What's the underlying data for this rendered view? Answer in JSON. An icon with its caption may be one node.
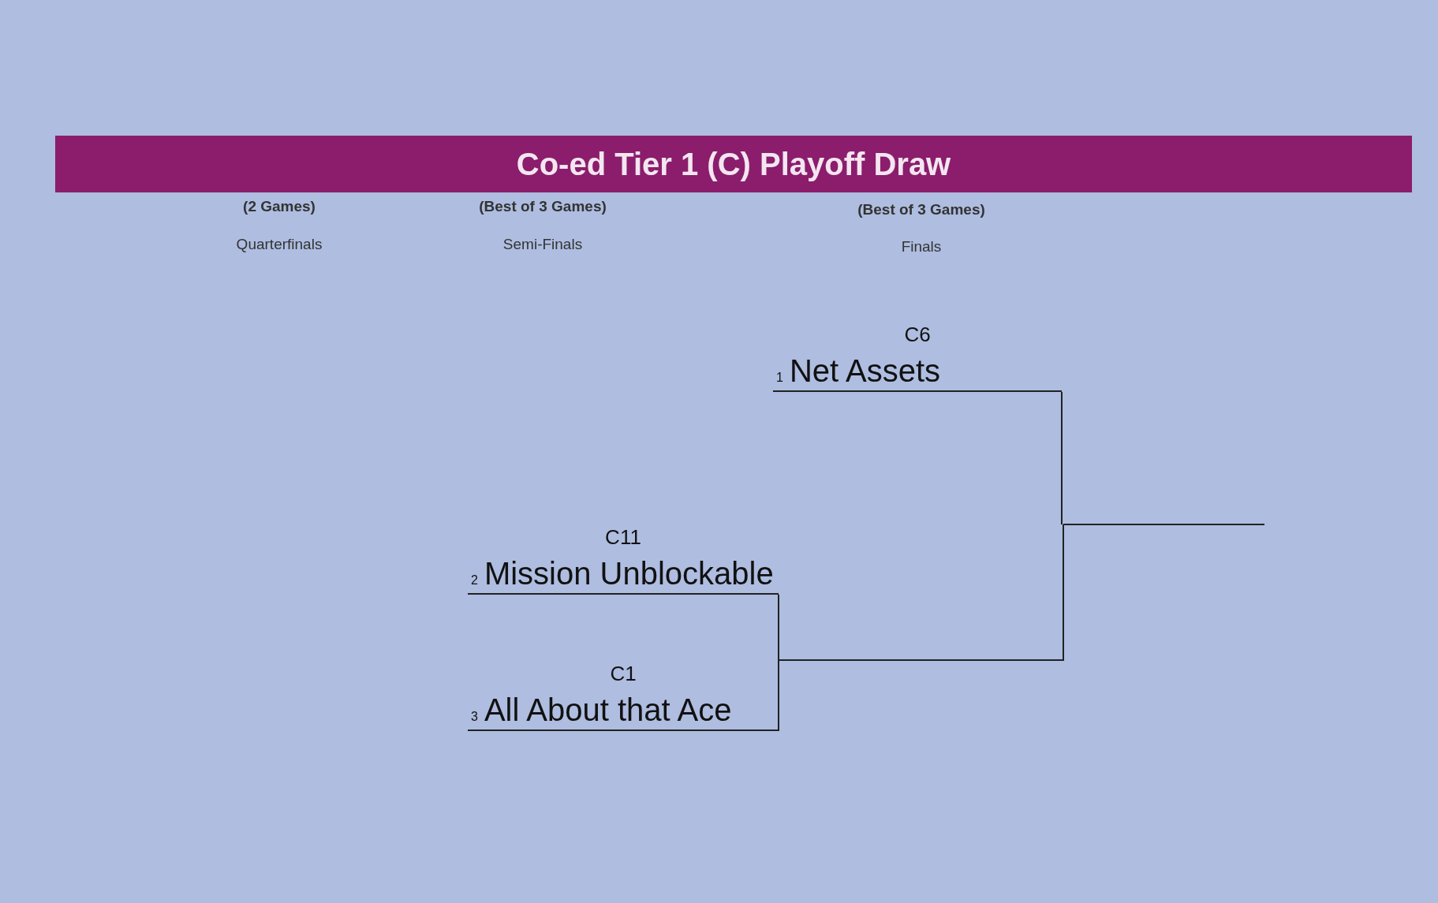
{
  "diagram": {
    "title": "Co-ed Tier 1 (C) Playoff Draw",
    "nodes": [
      {
        "text": [
          "C6",
          "1",
          "Net Assets"
        ]
      },
      {
        "text": [
          "C11",
          "2",
          "Mission Unblockable"
        ]
      },
      {
        "text": [
          "C1",
          "3",
          "All About that Ace"
        ]
      },
      {
        "text": [],
        "shape": "bar"
      },
      {
        "text": [],
        "shape": "bar"
      }
    ],
    "edges": [
      {
        "from": 1,
        "to": 3,
        "arrow": "none"
      },
      {
        "from": 2,
        "to": 3,
        "arrow": "none"
      },
      {
        "from": 0,
        "to": 4,
        "arrow": "none"
      },
      {
        "from": 3,
        "to": 4,
        "arrow": "none"
      }
    ],
    "labels": [
      "(2 Games)",
      "(Best of 3 Games)",
      "(Best of 3 Games)",
      "Quarterfinals",
      "Semi-Finals",
      "Finals"
    ]
  }
}
